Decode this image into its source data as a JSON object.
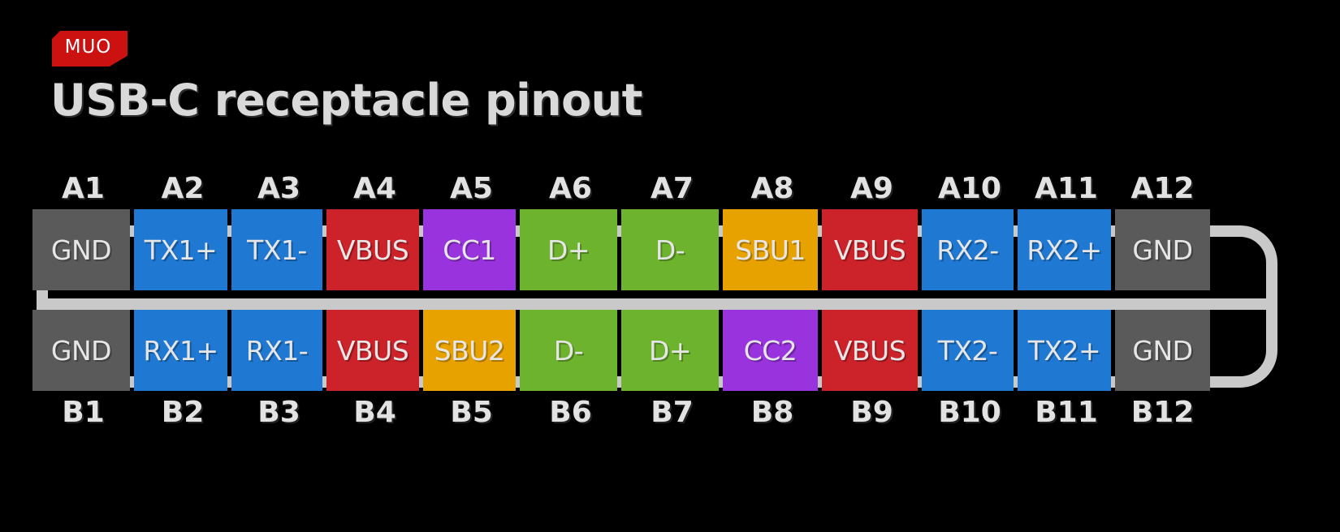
{
  "logo": {
    "text": "MUO",
    "color": "#cc1111"
  },
  "title": "USB-C receptacle pinout",
  "palette": {
    "background": "#000000",
    "gnd": "#5a5a5a",
    "data_blue": "#1f78d1",
    "vbus_red": "#cc2229",
    "cc_purple": "#9933dd",
    "usb2_green": "#6eb32e",
    "sbu_orange": "#e8a200",
    "shell": "#c9c9c9",
    "text": "#e6e6e6",
    "label_text": "#e2e2e2"
  },
  "diagram": {
    "top_labels": [
      "A1",
      "A2",
      "A3",
      "A4",
      "A5",
      "A6",
      "A7",
      "A8",
      "A9",
      "A10",
      "A11",
      "A12"
    ],
    "bottom_labels": [
      "B1",
      "B2",
      "B3",
      "B4",
      "B5",
      "B6",
      "B7",
      "B8",
      "B9",
      "B10",
      "B11",
      "B12"
    ],
    "top_pins": [
      {
        "pin": "A1",
        "signal": "GND",
        "color": "#5a5a5a",
        "width": 120
      },
      {
        "pin": "A2",
        "signal": "TX1+",
        "color": "#1f78d1",
        "width": 115
      },
      {
        "pin": "A3",
        "signal": "TX1-",
        "color": "#1f78d1",
        "width": 112
      },
      {
        "pin": "A4",
        "signal": "VBUS",
        "color": "#cc2229",
        "width": 114
      },
      {
        "pin": "A5",
        "signal": "CC1",
        "color": "#9933dd",
        "width": 114
      },
      {
        "pin": "A6",
        "signal": "D+",
        "color": "#6eb32e",
        "width": 120
      },
      {
        "pin": "A7",
        "signal": "D-",
        "color": "#6eb32e",
        "width": 120
      },
      {
        "pin": "A8",
        "signal": "SBU1",
        "color": "#e8a200",
        "width": 117
      },
      {
        "pin": "A9",
        "signal": "VBUS",
        "color": "#cc2229",
        "width": 118
      },
      {
        "pin": "A10",
        "signal": "RX2-",
        "color": "#1f78d1",
        "width": 113
      },
      {
        "pin": "A11",
        "signal": "RX2+",
        "color": "#1f78d1",
        "width": 115
      },
      {
        "pin": "A12",
        "signal": "GND",
        "color": "#5a5a5a",
        "width": 117
      }
    ],
    "bottom_pins": [
      {
        "pin": "B1",
        "signal": "GND",
        "color": "#5a5a5a",
        "width": 120
      },
      {
        "pin": "B2",
        "signal": "RX1+",
        "color": "#1f78d1",
        "width": 115
      },
      {
        "pin": "B3",
        "signal": "RX1-",
        "color": "#1f78d1",
        "width": 112
      },
      {
        "pin": "B4",
        "signal": "VBUS",
        "color": "#cc2229",
        "width": 114
      },
      {
        "pin": "B5",
        "signal": "SBU2",
        "color": "#e8a200",
        "width": 114
      },
      {
        "pin": "B6",
        "signal": "D-",
        "color": "#6eb32e",
        "width": 120
      },
      {
        "pin": "B7",
        "signal": "D+",
        "color": "#6eb32e",
        "width": 120
      },
      {
        "pin": "B8",
        "signal": "CC2",
        "color": "#9933dd",
        "width": 117
      },
      {
        "pin": "B9",
        "signal": "VBUS",
        "color": "#cc2229",
        "width": 118
      },
      {
        "pin": "B10",
        "signal": "TX2-",
        "color": "#1f78d1",
        "width": 113
      },
      {
        "pin": "B11",
        "signal": "TX2+",
        "color": "#1f78d1",
        "width": 115
      },
      {
        "pin": "B12",
        "signal": "GND",
        "color": "#5a5a5a",
        "width": 117
      }
    ]
  }
}
